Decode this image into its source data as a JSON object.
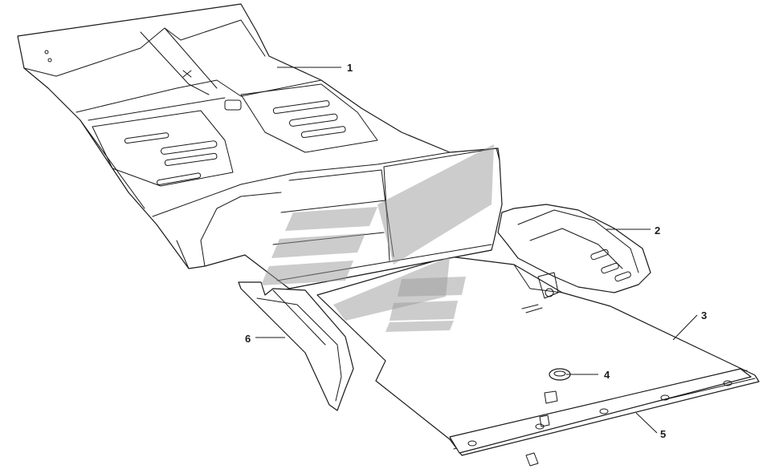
{
  "diagram": {
    "callouts": [
      {
        "id": "callout-1",
        "label": "1"
      },
      {
        "id": "callout-2",
        "label": "2"
      },
      {
        "id": "callout-3",
        "label": "3"
      },
      {
        "id": "callout-4",
        "label": "4"
      },
      {
        "id": "callout-5",
        "label": "5"
      },
      {
        "id": "callout-6",
        "label": "6"
      }
    ],
    "colors": {
      "line": "#1a1a1a",
      "watermark": "#9a9a9a",
      "background": "#ffffff"
    }
  }
}
